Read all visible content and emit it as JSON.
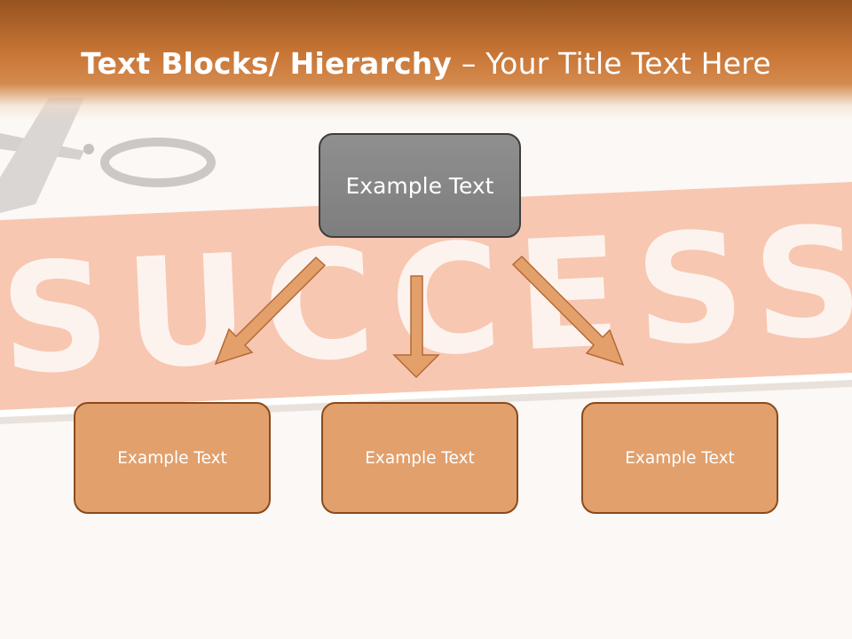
{
  "title": {
    "bold_part": "Text Blocks/ Hierarchy",
    "rest_part": " – Your Title Text Here"
  },
  "background": {
    "banner_word": "SUCCESS",
    "banner_color": "#f6c2ab",
    "header_color": "#c87636"
  },
  "diagram": {
    "root": {
      "label": "Example Text",
      "color": "#868686"
    },
    "children": [
      {
        "label": "Example Text",
        "color": "#e2a06c"
      },
      {
        "label": "Example Text",
        "color": "#e2a06c"
      },
      {
        "label": "Example Text",
        "color": "#e2a06c"
      }
    ],
    "arrow_color": "#e3a06b"
  }
}
